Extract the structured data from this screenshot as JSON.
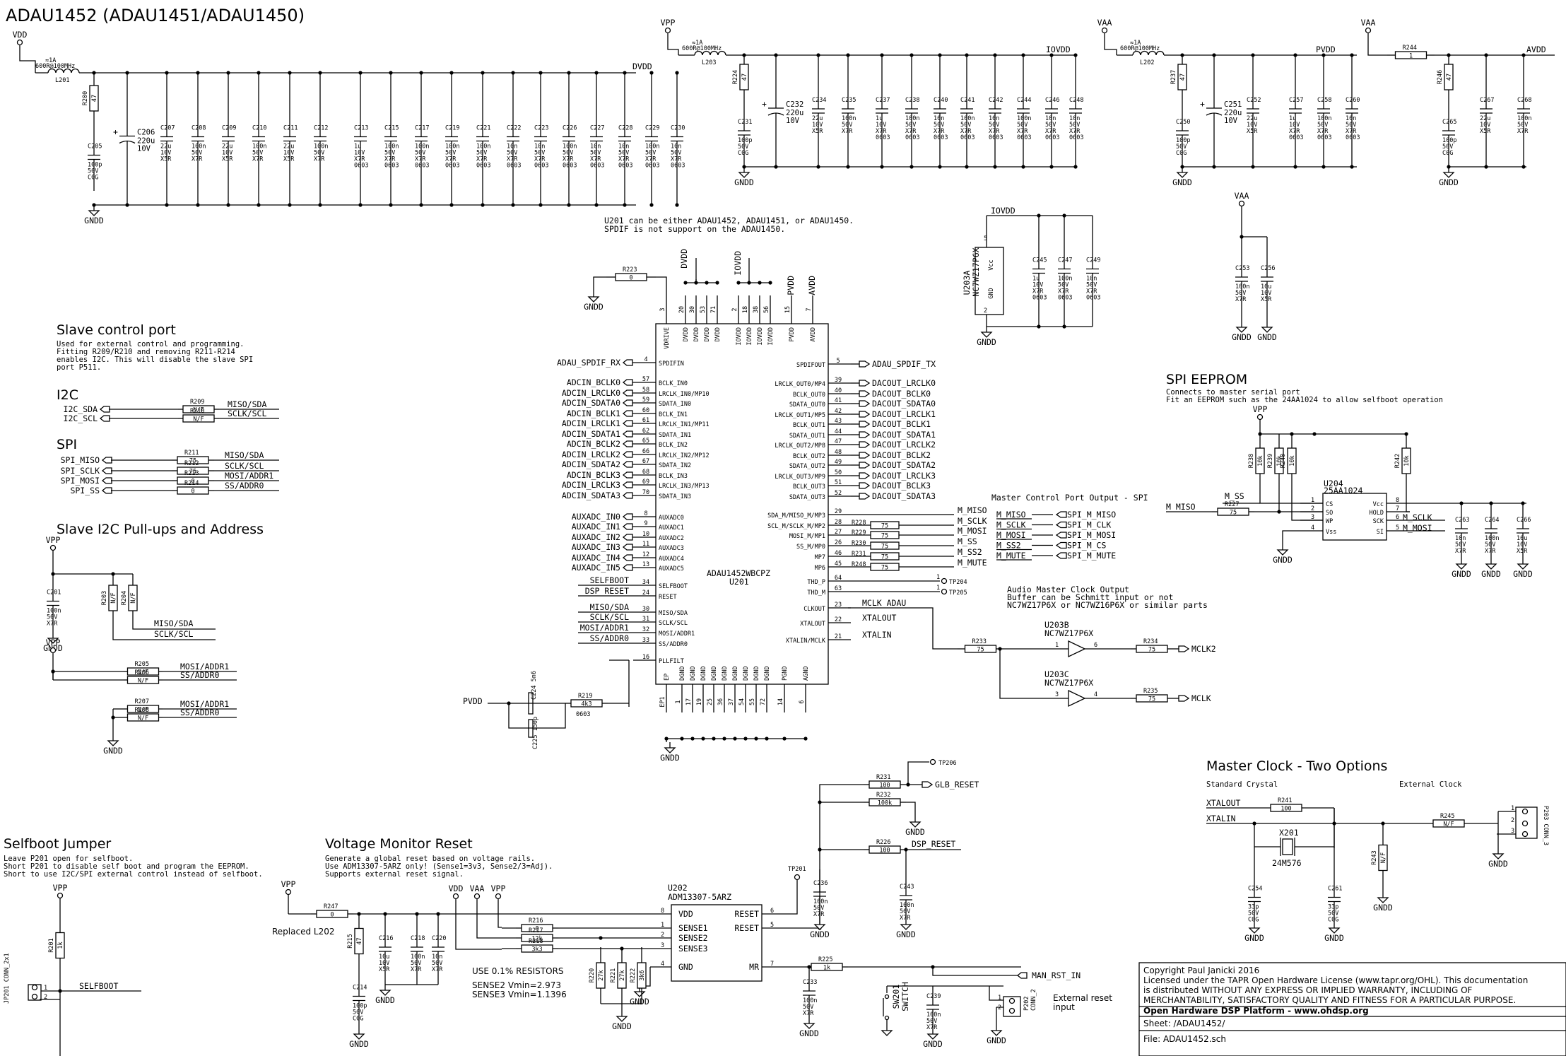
{
  "title": "ADAU1452 (ADAU1451/ADAU1450)",
  "power": {
    "vdd": {
      "rail": "VDD",
      "ind_name": "L201",
      "ind_val": "600R@100MHz",
      "ind_cur": "≈1A",
      "res_name": "R200",
      "res_val": "47",
      "c205": [
        "C205",
        "100p",
        "50V",
        "C0G"
      ],
      "bulk": [
        "C206",
        "220u",
        "10V"
      ],
      "caps": [
        [
          "C207",
          "22u",
          "10V",
          "X5R"
        ],
        [
          "C208",
          "100n",
          "50V",
          "X7R"
        ],
        [
          "C209",
          "22u",
          "10V",
          "X5R"
        ],
        [
          "C210",
          "100n",
          "50V",
          "X7R"
        ],
        [
          "C211",
          "22u",
          "10V",
          "X5R"
        ],
        [
          "C212",
          "100n",
          "50V",
          "X7R"
        ],
        [
          "C213",
          "1u",
          "10V",
          "X7R",
          "0603"
        ],
        [
          "C215",
          "100n",
          "50V",
          "X7R",
          "0603"
        ],
        [
          "C217",
          "100n",
          "50V",
          "X7R",
          "0603"
        ],
        [
          "C219",
          "100n",
          "50V",
          "X7R",
          "0603"
        ],
        [
          "C221",
          "100n",
          "50V",
          "X7R",
          "0603"
        ],
        [
          "C222",
          "10n",
          "50V",
          "X7R",
          "0603"
        ],
        [
          "C223",
          "10n",
          "50V",
          "X7R",
          "0603"
        ],
        [
          "C226",
          "100n",
          "50V",
          "X7R",
          "0603"
        ],
        [
          "C227",
          "10n",
          "50V",
          "X7R",
          "0603"
        ],
        [
          "C228",
          "10n",
          "50V",
          "X7R",
          "0603"
        ],
        [
          "C229",
          "100n",
          "50V",
          "X7R",
          "0603"
        ],
        [
          "C230",
          "10n",
          "50V",
          "X7R",
          "0603"
        ]
      ],
      "out": "DVDD",
      "gnd": "GNDD"
    },
    "vpp": {
      "rail": "VPP",
      "ind_name": "L203",
      "ind_val": "600R@100MHz",
      "ind_cur": "≈1A",
      "res_name": "R224",
      "res_val": "47",
      "c231": [
        "C231",
        "100p",
        "50V",
        "C0G"
      ],
      "bulk": [
        "C232",
        "220u",
        "10V"
      ],
      "caps": [
        [
          "C234",
          "22u",
          "10V",
          "X5R"
        ],
        [
          "C235",
          "100n",
          "50V",
          "X7R"
        ],
        [
          "C237",
          "1u",
          "10V",
          "X7R",
          "0603"
        ],
        [
          "C238",
          "100n",
          "50V",
          "X7R",
          "0603"
        ],
        [
          "C240",
          "10n",
          "50V",
          "X7R",
          "0603"
        ],
        [
          "C241",
          "100n",
          "50V",
          "X7R",
          "0603"
        ],
        [
          "C242",
          "10n",
          "50V",
          "X7R",
          "0603"
        ],
        [
          "C244",
          "100n",
          "50V",
          "X7R",
          "0603"
        ],
        [
          "C246",
          "10n",
          "50V",
          "X7R",
          "0603"
        ],
        [
          "C248",
          "10n",
          "50V",
          "X7R",
          "0603"
        ]
      ],
      "out": "IOVDD",
      "gnd": "GNDD"
    },
    "vaa": {
      "rail": "VAA",
      "ind_name": "L202",
      "ind_val": "600R@100MHz",
      "ind_cur": "≈1A",
      "res_name": "R237",
      "res_val": "47",
      "c250": [
        "C250",
        "100p",
        "50V",
        "C0G"
      ],
      "bulk": [
        "C251",
        "220u",
        "10V"
      ],
      "caps": [
        [
          "C252",
          "22u",
          "10V",
          "X5R"
        ],
        [
          "C257",
          "1u",
          "10V",
          "X7R",
          "0603"
        ],
        [
          "C258",
          "100n",
          "50V",
          "X7R",
          "0603"
        ],
        [
          "C260",
          "10n",
          "50V",
          "X7R",
          "0603"
        ]
      ],
      "out": "PVDD",
      "gnd": "GNDD"
    },
    "avdd": {
      "rail": "VAA",
      "r244": "R244",
      "r244_val": "1",
      "r246": "R246",
      "r246_val": "47",
      "c265": [
        "C265",
        "100p",
        "50V",
        "C0G"
      ],
      "caps": [
        [
          "C267",
          "22u",
          "10V",
          "X5R"
        ],
        [
          "C268",
          "100n",
          "50V",
          "X7R"
        ]
      ],
      "out": "AVDD",
      "gnd": "GNDD"
    },
    "vaa2": {
      "rail": "VAA",
      "caps": [
        [
          "C253",
          "100n",
          "50V",
          "X7R"
        ],
        [
          "C256",
          "10u",
          "10V",
          "X5R"
        ]
      ],
      "gnd": "GNDD"
    }
  },
  "notes": {
    "u201_note1": "U201 can be either ADAU1452, ADAU1451, or ADAU1450.",
    "u201_note2": "SPDIF is not support on the ADAU1450."
  },
  "slave_control": {
    "heading": "Slave control port",
    "desc": [
      "Used for external control and programming.",
      "Fitting R209/R210 and removing R211-R214",
      "enables I2C. This will disable the slave SPI",
      "port P511."
    ],
    "i2c_head": "I2C",
    "i2c": [
      [
        "I2C_SDA",
        "R209",
        "N/F",
        "MISO/SDA"
      ],
      [
        "I2C_SCL",
        "R210",
        "N/F",
        "SCLK/SCL"
      ]
    ],
    "spi_head": "SPI",
    "spi": [
      [
        "SPI_MISO",
        "R211",
        "75",
        "MISO/SDA"
      ],
      [
        "SPI_SCLK",
        "R212",
        "75",
        "SCLK/SCL"
      ],
      [
        "SPI_MOSI",
        "R213",
        "0",
        "MOSI/ADDR1"
      ],
      [
        "SPI_SS",
        "R214",
        "0",
        "SS/ADDR0"
      ]
    ]
  },
  "pullups": {
    "heading": "Slave I2C Pull-ups and Address",
    "vpp": "VPP",
    "gnd": "GNDD",
    "c201": [
      "C201",
      "100n",
      "50V",
      "X7R"
    ],
    "r203": [
      "R203",
      "N/F"
    ],
    "r204": [
      "R204",
      "N/F"
    ],
    "nets": [
      "MISO/SDA",
      "SCLK/SCL"
    ],
    "addr_hi": [
      [
        "R205",
        "N/F",
        "MOSI/ADDR1"
      ],
      [
        "R206",
        "N/F",
        "SS/ADDR0"
      ]
    ],
    "addr_lo": [
      [
        "R207",
        "N/F",
        "MOSI/ADDR1"
      ],
      [
        "R208",
        "N/F",
        "SS/ADDR0"
      ]
    ]
  },
  "u201": {
    "part": "ADAU1452WBCPZ",
    "ref": "U201",
    "top_pins": [
      [
        "VDRIVE",
        "3"
      ],
      [
        "DVDD",
        "20"
      ],
      [
        "DVDD",
        "30"
      ],
      [
        "DVDD",
        "53"
      ],
      [
        "DVDD",
        "71"
      ],
      [
        "IOVDD",
        "2"
      ],
      [
        "IOVDD",
        "18"
      ],
      [
        "IOVDD",
        "38"
      ],
      [
        "IOVDD",
        "56"
      ],
      [
        "PVDD",
        "15"
      ],
      [
        "AVDD",
        "7"
      ]
    ],
    "top_nets": [
      "DVDD",
      "IOVDD",
      "PVDD",
      "AVDD"
    ],
    "r223": [
      "R223",
      "0"
    ],
    "left": [
      [
        "ADAU_SPDIF_RX",
        "4",
        "SPDIFIN"
      ],
      [
        "ADCIN_BCLK0",
        "57",
        "BCLK_IN0"
      ],
      [
        "ADCIN_LRCLK0",
        "58",
        "LRCLK_IN0/MP10"
      ],
      [
        "ADCIN_SDATA0",
        "59",
        "SDATA_IN0"
      ],
      [
        "ADCIN_BCLK1",
        "60",
        "BCLK_IN1"
      ],
      [
        "ADCIN_LRCLK1",
        "61",
        "LRCLK_IN1/MP11"
      ],
      [
        "ADCIN_SDATA1",
        "62",
        "SDATA_IN1"
      ],
      [
        "ADCIN_BCLK2",
        "65",
        "BCLK_IN2"
      ],
      [
        "ADCIN_LRCLK2",
        "66",
        "LRCLK_IN2/MP12"
      ],
      [
        "ADCIN_SDATA2",
        "67",
        "SDATA_IN2"
      ],
      [
        "ADCIN_BCLK3",
        "68",
        "BCLK_IN3"
      ],
      [
        "ADCIN_LRCLK3",
        "69",
        "LRCLK_IN3/MP13"
      ],
      [
        "ADCIN_SDATA3",
        "70",
        "SDATA_IN3"
      ],
      [
        "AUXADC_IN0",
        "8",
        "AUXADC0"
      ],
      [
        "AUXADC_IN1",
        "9",
        "AUXADC1"
      ],
      [
        "AUXADC_IN2",
        "10",
        "AUXADC2"
      ],
      [
        "AUXADC_IN3",
        "11",
        "AUXADC3"
      ],
      [
        "AUXADC_IN4",
        "12",
        "AUXADC4"
      ],
      [
        "AUXADC_IN5",
        "13",
        "AUXADC5"
      ],
      [
        "SELFBOOT",
        "34",
        "SELFBOOT"
      ],
      [
        "DSP_RESET",
        "24",
        "RESET"
      ],
      [
        "MISO/SDA",
        "30",
        "MISO/SDA"
      ],
      [
        "SCLK/SCL",
        "31",
        "SCLK/SCL"
      ],
      [
        "MOSI/ADDR1",
        "32",
        "MOSI/ADDR1"
      ],
      [
        "SS/ADDR0",
        "33",
        "SS/ADDR0"
      ],
      [
        "",
        "16",
        "PLLFILT"
      ]
    ],
    "right": [
      [
        "SPDIFOUT",
        "5",
        "ADAU_SPDIF_TX"
      ],
      [
        "LRCLK_OUT0/MP4",
        "39",
        "DACOUT_LRCLK0"
      ],
      [
        "BCLK_OUT0",
        "40",
        "DACOUT_BCLK0"
      ],
      [
        "SDATA_OUT0",
        "41",
        "DACOUT_SDATA0"
      ],
      [
        "LRCLK_OUT1/MP5",
        "42",
        "DACOUT_LRCLK1"
      ],
      [
        "BCLK_OUT1",
        "43",
        "DACOUT_BCLK1"
      ],
      [
        "SDATA_OUT1",
        "44",
        "DACOUT_SDATA1"
      ],
      [
        "LRCLK_OUT2/MP8",
        "47",
        "DACOUT_LRCLK2"
      ],
      [
        "BCLK_OUT2",
        "48",
        "DACOUT_BCLK2"
      ],
      [
        "SDATA_OUT2",
        "49",
        "DACOUT_SDATA2"
      ],
      [
        "LRCLK_OUT3/MP9",
        "50",
        "DACOUT_LRCLK3"
      ],
      [
        "BCLK_OUT3",
        "51",
        "DACOUT_BCLK3"
      ],
      [
        "SDATA_OUT3",
        "52",
        "DACOUT_SDATA3"
      ],
      [
        "SDA_M/MISO_M/MP3",
        "29",
        "M_MISO",
        ""
      ],
      [
        "SCL_M/SCLK_M/MP2",
        "28",
        "M_SCLK",
        "R228"
      ],
      [
        "MOSI_M/MP1",
        "27",
        "M_MOSI",
        "R229"
      ],
      [
        "SS_M/MP0",
        "26",
        "M_SS",
        "R230"
      ],
      [
        "MP7",
        "46",
        "M_SS2",
        "R231"
      ],
      [
        "MP6",
        "45",
        "M_MUTE",
        "R248"
      ],
      [
        "THD_P",
        "64",
        "TP204"
      ],
      [
        "THD_M",
        "63",
        "TP205"
      ],
      [
        "CLKOUT",
        "23",
        "MCLK_ADAU"
      ],
      [
        "XTALOUT",
        "22",
        "XTALOUT"
      ],
      [
        "XTALIN/MCLK",
        "21",
        "XTALIN"
      ]
    ],
    "bottom": [
      [
        "EP",
        "EP1"
      ],
      [
        "DGND",
        "1"
      ],
      [
        "DGND",
        "17"
      ],
      [
        "DGND",
        "19"
      ],
      [
        "DGND",
        "25"
      ],
      [
        "DGND",
        "36"
      ],
      [
        "DGND",
        "37"
      ],
      [
        "DGND",
        "54"
      ],
      [
        "DGND",
        "55"
      ],
      [
        "DGND",
        "72"
      ],
      [
        "PGND",
        "14"
      ],
      [
        "AGND",
        "6"
      ]
    ],
    "gnd": "GNDD",
    "pllfilt": {
      "net": "PVDD",
      "c224": [
        "C224",
        "5n6",
        "50V",
        "X7R",
        "0603"
      ],
      "c225": [
        "C225",
        "150p",
        "50V",
        "C0G",
        "0603"
      ],
      "r219": [
        "R219",
        "4k3",
        "0603"
      ]
    }
  },
  "u203a": {
    "ref": "U203A",
    "part": "NC7WZ17P6X",
    "net": "IOVDD",
    "vcc": "Vcc",
    "gnd": "GND",
    "pin_vcc": "5",
    "pin_gnd": "2",
    "gnd_net": "GNDD",
    "caps": [
      [
        "C245",
        "1u",
        "10V",
        "X7R",
        "0603"
      ],
      [
        "C247",
        "100n",
        "50V",
        "X7R",
        "0603"
      ],
      [
        "C249",
        "10n",
        "50V",
        "X7R",
        "0603"
      ]
    ]
  },
  "spi_eeprom": {
    "heading": "SPI EEPROM",
    "desc1": "Connects to master serial port",
    "desc2": "Fit an EEPROM such as the 24AA1024 to allow selfboot operation",
    "vpp": "VPP",
    "ref": "U204",
    "part": "25AA1024",
    "pins": [
      [
        "1",
        "CS"
      ],
      [
        "2",
        "SO"
      ],
      [
        "3",
        "WP"
      ],
      [
        "4",
        "Vss"
      ],
      [
        "8",
        "Vcc"
      ],
      [
        "7",
        "HOLD"
      ],
      [
        "6",
        "SCK"
      ],
      [
        "5",
        "SI"
      ]
    ],
    "res": [
      [
        "R238",
        "10k"
      ],
      [
        "R239",
        "10k"
      ],
      [
        "R240",
        "10k"
      ],
      [
        "R242",
        "10k"
      ]
    ],
    "r227": [
      "R227",
      "75"
    ],
    "nets": [
      "M_SS",
      "M_MISO",
      "M_SCLK",
      "M_MOSI"
    ],
    "caps": [
      [
        "C263",
        "10n",
        "50V",
        "X7R"
      ],
      [
        "C264",
        "100n",
        "50V",
        "X7R"
      ],
      [
        "C266",
        "10u",
        "10V",
        "X5R"
      ]
    ],
    "gnd": "GNDD"
  },
  "master_spi": {
    "heading": "Master Control Port Output - SPI",
    "rows": [
      [
        "M_MISO",
        "SPI_M_MISO"
      ],
      [
        "M_SCLK",
        "SPI_M_CLK"
      ],
      [
        "M_MOSI",
        "SPI_M_MOSI"
      ],
      [
        "M_SS2",
        "SPI_M_CS"
      ],
      [
        "M_MUTE",
        "SPI_M_MUTE"
      ]
    ]
  },
  "audio_clk": {
    "heading": "Audio Master Clock Output",
    "d1": "Buffer can be Schmitt input or not",
    "d2": "NC7WZ17P6X or NC7WZ16P6X or similar parts",
    "r233": [
      "R233",
      "75"
    ],
    "u203b": [
      "U203B",
      "NC7WZ17P6X",
      "1",
      "6"
    ],
    "u203c": [
      "U203C",
      "NC7WZ17P6X",
      "3",
      "4"
    ],
    "r234": [
      "R234",
      "75"
    ],
    "r235": [
      "R235",
      "75"
    ],
    "out1": "MCLK2",
    "out2": "MCLK"
  },
  "master_clock": {
    "heading": "Master Clock - Two Options",
    "crystal": "Standard Crystal",
    "external": "External Clock",
    "xtalout": "XTALOUT",
    "xtalin": "XTALIN",
    "r241": [
      "R241",
      "100"
    ],
    "x201": [
      "X201",
      "24M576"
    ],
    "c254": [
      "C254",
      "33p",
      "50V",
      "C0G"
    ],
    "c261": [
      "C261",
      "33p",
      "50V",
      "C0G"
    ],
    "r243": [
      "R243",
      "N/F"
    ],
    "r245": [
      "R245",
      "N/F"
    ],
    "p203": [
      "P203",
      "CONN_3"
    ],
    "pins": [
      "1",
      "2",
      "3"
    ],
    "gnd": "GNDD"
  },
  "selfboot": {
    "heading": "Selfboot Jumper",
    "d1": "Leave P201 open for selfboot.",
    "d2": "Short P201 to disable self boot and program the EEPROM.",
    "d3": "Short to use I2C/SPI external control instead of selfboot.",
    "vpp": "VPP",
    "r201": [
      "R201",
      "1k"
    ],
    "jp": [
      "JP201",
      "CONN_2x1"
    ],
    "net": "SELFBOOT",
    "pins": [
      "1",
      "2"
    ]
  },
  "vmon": {
    "heading": "Voltage Monitor Reset",
    "d1": "Generate a global reset based on voltage rails.",
    "d2": "Use ADM13307-5ARZ only! (Sense1=3v3, Sense2/3=Adj).",
    "d3": "Supports external reset signal.",
    "vpp": "VPP",
    "r247": [
      "R247",
      "0"
    ],
    "replaced": "Replaced L202",
    "rails": [
      "VDD",
      "VAA",
      "VPP"
    ],
    "r215": [
      "R215",
      "47"
    ],
    "c214": [
      "C214",
      "100p",
      "50V",
      "C0G"
    ],
    "caps": [
      [
        "C216",
        "10u",
        "10V",
        "X5R"
      ],
      [
        "C218",
        "100n",
        "50V",
        "X7R"
      ],
      [
        "C220",
        "10n",
        "50V",
        "X7R"
      ]
    ],
    "r216": [
      "R216",
      "0"
    ],
    "r217": [
      "R217",
      "12k"
    ],
    "r218": [
      "R218",
      "3k3"
    ],
    "u202": [
      "U202",
      "ADM13307-5ARZ"
    ],
    "pins_l": [
      [
        "8",
        "VDD"
      ],
      [
        "1",
        "SENSE1"
      ],
      [
        "2",
        "SENSE2"
      ],
      [
        "3",
        "SENSE3"
      ],
      [
        "4",
        "GND"
      ]
    ],
    "pins_r": [
      [
        "6",
        "RESET"
      ],
      [
        "5",
        "RESET"
      ],
      [
        "7",
        "MR"
      ]
    ],
    "bot_r": [
      [
        "R220",
        "27k"
      ],
      [
        "R221",
        "27k"
      ],
      [
        "R222",
        "3k6"
      ]
    ],
    "use": "USE 0.1% RESISTORS",
    "s2": "SENSE2 Vmin=2.973",
    "s3": "SENSE3 Vmin=1.1396",
    "tp201": "TP201",
    "tp206": "TP206",
    "r231": [
      "R231",
      "100"
    ],
    "glb": "GLB_RESET",
    "r232": [
      "R232",
      "100k"
    ],
    "r226": [
      "R226",
      "100"
    ],
    "dsp": "DSP_RESET",
    "c236": [
      "C236",
      "100n",
      "50V",
      "X7R"
    ],
    "c243": [
      "C243",
      "100n",
      "50V",
      "X7R"
    ],
    "r225": [
      "R225",
      "1k"
    ],
    "man": "MAN_RST_IN",
    "c233": [
      "C233",
      "100n",
      "50V",
      "X7R"
    ],
    "sw": [
      "SW201",
      "SWITCH"
    ],
    "c239": [
      "C239",
      "100n",
      "50V",
      "X7R"
    ],
    "p202": [
      "P202",
      "CONN_2"
    ],
    "ext": "External reset",
    "inp": "input",
    "gnd": "GNDD"
  },
  "titleblock": {
    "l1": "Copyright Paul Janicki 2016",
    "l2": "Licensed under the TAPR Open Hardware License (www.tapr.org/OHL). This documentation",
    "l3": "is distributed WITHOUT ANY EXPRESS OR IMPLIED WARRANTY, INCLUDING OF",
    "l4": "MERCHANTABILITY, SATISFACTORY QUALITY AND FITNESS FOR A PARTICULAR PURPOSE.",
    "l5": "Open Hardware DSP Platform - www.ohdsp.org",
    "sheet": "Sheet: /ADAU1452/",
    "file": "File: ADAU1452.sch"
  }
}
